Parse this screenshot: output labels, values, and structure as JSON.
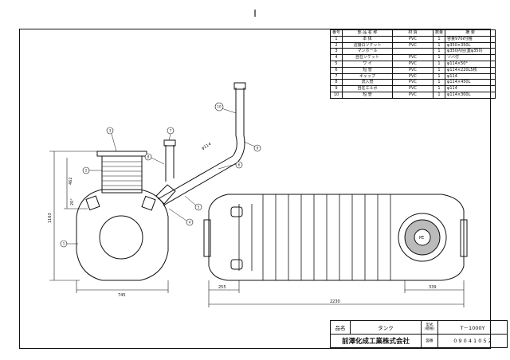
{
  "page_mark": "I",
  "parts_table": {
    "headers": [
      "番号",
      "部 品 名 称",
      "材 質",
      "数量",
      "摘 要"
    ],
    "rows": [
      [
        "1",
        "本 体",
        "PVC",
        "1",
        "容量970ℓ付種"
      ],
      [
        "2",
        "溶接ロソケット",
        "PVC",
        "1",
        "φ350×350L"
      ],
      [
        "3",
        "マンホール",
        "",
        "1",
        "φ350内径(蓋φ350)"
      ],
      [
        "4",
        "自在ソケット",
        "PVC",
        "1",
        "ツバ付"
      ],
      [
        "5",
        "ワ イ",
        "PVC",
        "1",
        "φ114×50°"
      ],
      [
        "6",
        "短 管",
        "PVC",
        "1",
        "φ114×220L5枚"
      ],
      [
        "7",
        "キャップ",
        "PVC",
        "1",
        "φ114"
      ],
      [
        "8",
        "流入管",
        "PVC",
        "1",
        "φ114×450L"
      ],
      [
        "9",
        "自在エルボ",
        "PVC",
        "1",
        "φ114"
      ],
      [
        "10",
        "短 管",
        "PVC",
        "1",
        "φ114×300L"
      ]
    ]
  },
  "title_block": {
    "name_label": "品名",
    "name_value": "タンク",
    "model_label": "型式 (規格)",
    "model_value": "T－1000Y",
    "company": "前澤化成工業株式会社",
    "drawing_label": "図番",
    "drawing_number": "0 9 0 4 1 0 5 2"
  },
  "dimensions": {
    "collar_height": "462",
    "total_height": "1163",
    "width_front": "745",
    "length_total": "2230",
    "end_left": "255",
    "end_right": "339",
    "pipe_diameter": "φ114",
    "angle": "20°"
  },
  "balloons": [
    "1",
    "2",
    "3",
    "4",
    "5",
    "6",
    "7",
    "8",
    "9",
    "10"
  ],
  "manhole_text": "PE"
}
